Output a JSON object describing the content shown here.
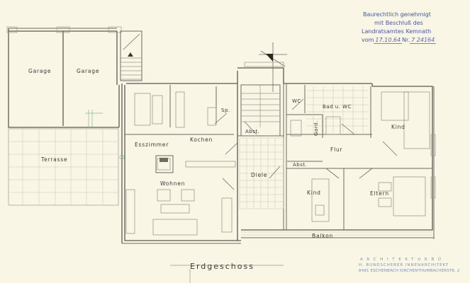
{
  "drawing": {
    "title": "Erdgeschoss",
    "background_color": "#faf6e6",
    "line_color": "#5a5850"
  },
  "rooms": {
    "garage_1": "Garage",
    "garage_2": "Garage",
    "terrasse": "Terrasse",
    "esszimmer": "Esszimmer",
    "kochen": "Kochen",
    "speisekammer": "Sp.",
    "wohnen": "Wohnen",
    "diele": "Diele",
    "abst_1": "Abst.",
    "abst_2": "Abst.",
    "wc": "WC",
    "bad": "Bad u. WC",
    "gard": "Gard.",
    "flur": "Flur",
    "kind_1": "Kind",
    "kind_2": "Kind",
    "eltern": "Eltern",
    "balkon": "Balkon"
  },
  "stamp": {
    "line1": "Baurechtlich genehmigt",
    "line2": "mit Beschluß des",
    "line3": "Landratsamtes Kemnath",
    "vom_label": "vom",
    "date": "17.10.64",
    "nr_label": "Nr.",
    "number": "7 24164",
    "color": "#4457a8"
  },
  "office": {
    "line1": "ARCHITEKTURBÜ",
    "line2": "H. BUNDSCHERER INNENARCHITEKT",
    "line3": "8481 ESCHENBACH KIRCHENTHUMBACHERSTR. 2",
    "color": "#7c92b0"
  }
}
